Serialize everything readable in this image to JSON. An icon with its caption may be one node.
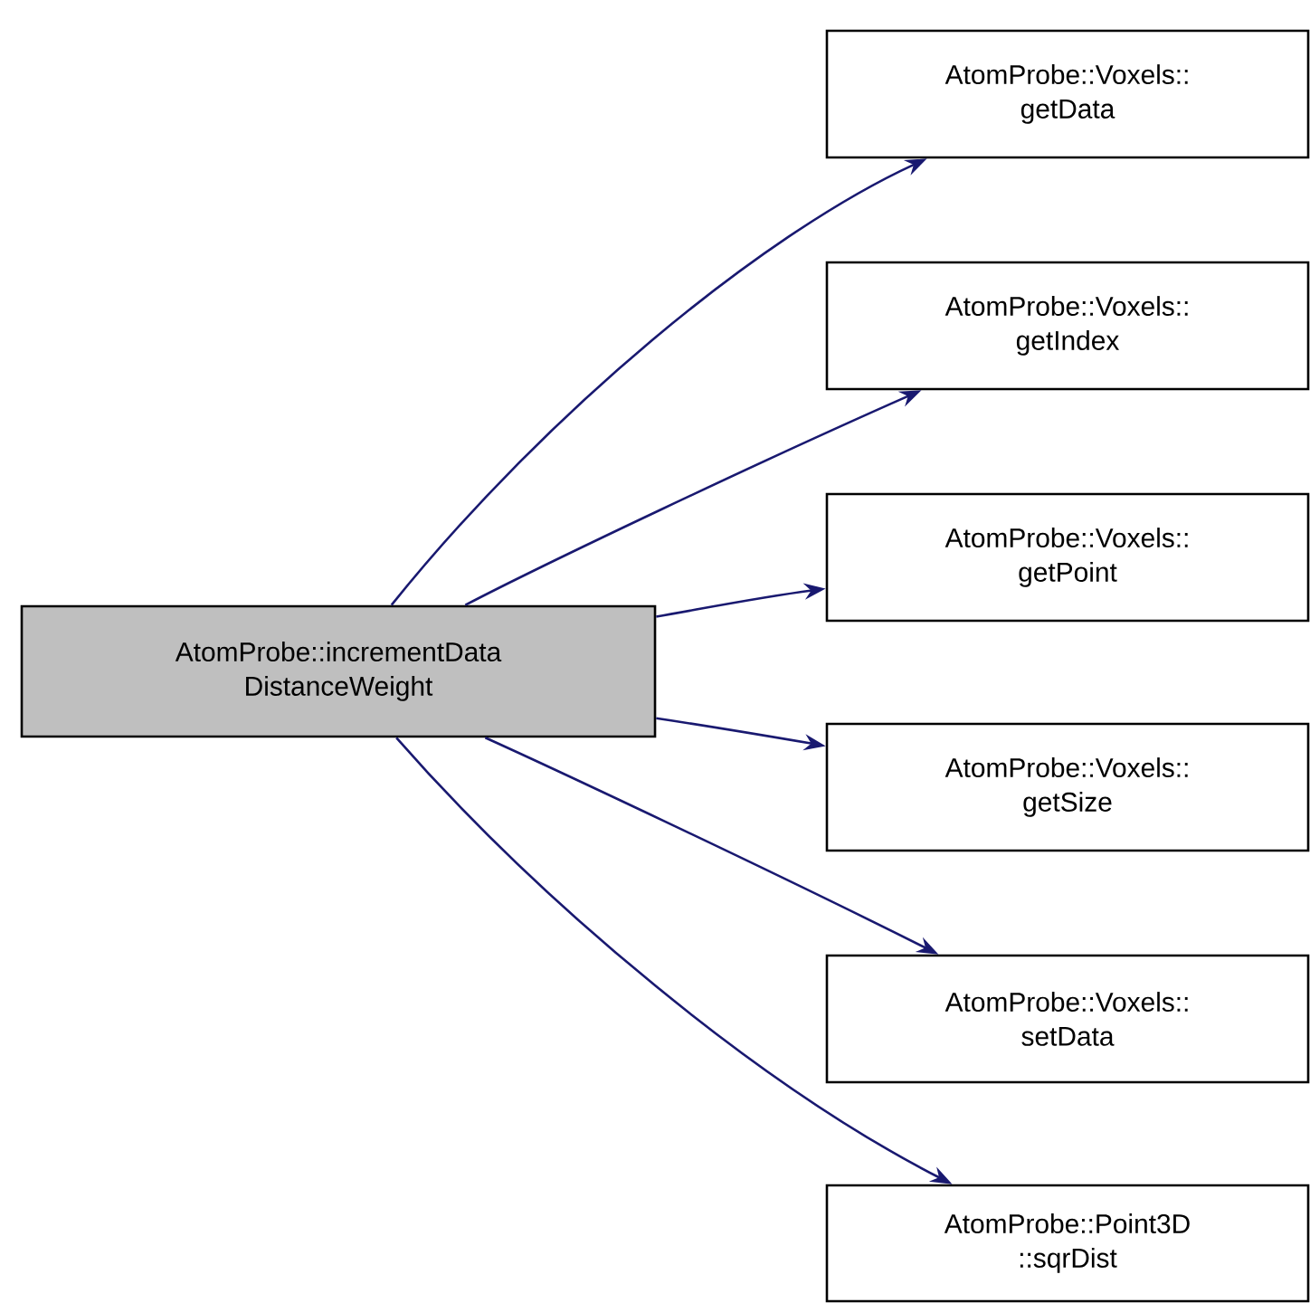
{
  "diagram": {
    "nodes": [
      {
        "text": [
          "AtomProbe::incrementData DistanceWeight"
        ]
      },
      {
        "text": [
          "AtomProbe::Voxels:: getData"
        ]
      },
      {
        "text": [
          "AtomProbe::Voxels:: getIndex"
        ]
      },
      {
        "text": [
          "AtomProbe::Voxels:: getPoint"
        ]
      },
      {
        "text": [
          "AtomProbe::Voxels:: getSize"
        ]
      },
      {
        "text": [
          "AtomProbe::Voxels:: setData"
        ]
      },
      {
        "text": [
          "AtomProbe::Point3D ::sqrDist"
        ]
      }
    ],
    "edges": [
      {
        "from": 0,
        "to": 1,
        "arrow": "to"
      },
      {
        "from": 0,
        "to": 2,
        "arrow": "to"
      },
      {
        "from": 0,
        "to": 3,
        "arrow": "to"
      },
      {
        "from": 0,
        "to": 4,
        "arrow": "to"
      },
      {
        "from": 0,
        "to": 5,
        "arrow": "to"
      },
      {
        "from": 0,
        "to": 6,
        "arrow": "to"
      }
    ]
  }
}
